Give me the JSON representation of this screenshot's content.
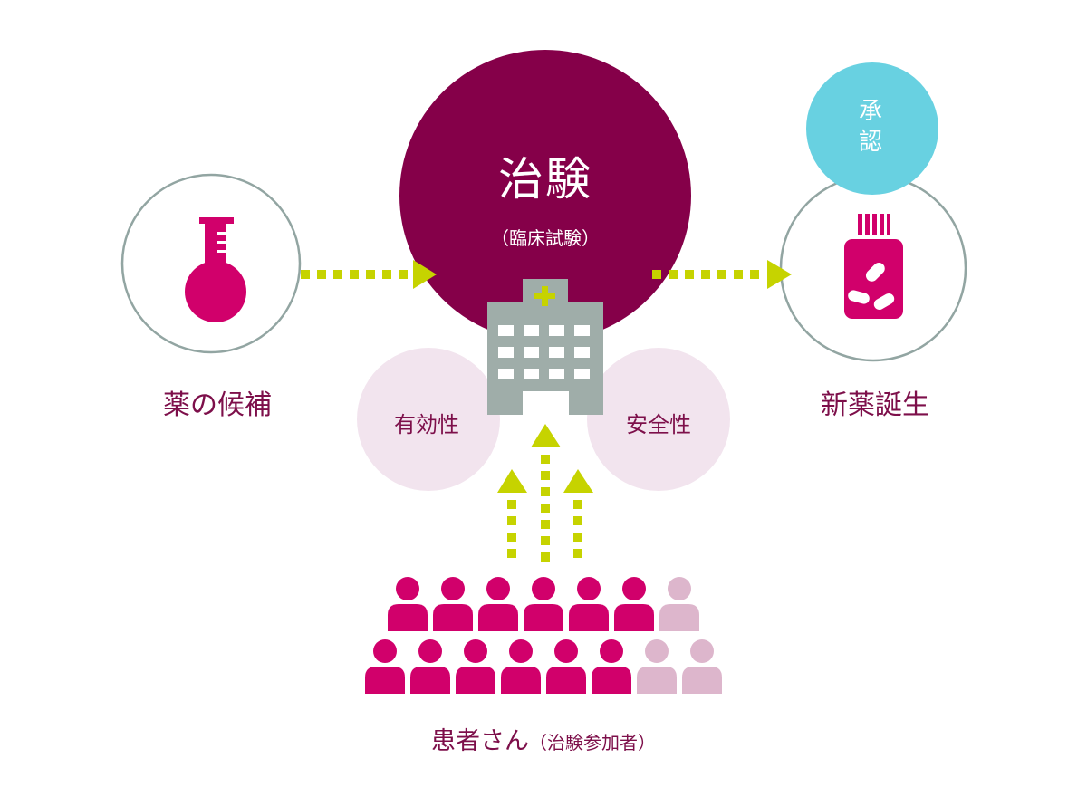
{
  "candidate": {
    "label": "薬の候補",
    "icon": "flask-icon"
  },
  "trial": {
    "title": "治験",
    "subtitle": "（臨床試験）",
    "icon": "hospital-icon"
  },
  "efficacy": {
    "label": "有効性"
  },
  "safety": {
    "label": "安全性"
  },
  "approval": {
    "label": "承認"
  },
  "new_drug": {
    "label": "新薬誕生",
    "icon": "medicine-bottle-icon"
  },
  "patients": {
    "label": "患者さん",
    "sublabel": "（治験参加者）",
    "icon": "person-icon",
    "row1_total": 7,
    "row1_participating": 6,
    "row2_total": 8,
    "row2_participating": 6
  },
  "colors": {
    "magenta": "#d1006b",
    "plum": "#850049",
    "label_text": "#7d0f4a",
    "light_pink": "#f2e4ee",
    "faded_person": "#ddb6cc",
    "arrow_green": "#c6d300",
    "teal": "#68d1e1",
    "circle_border": "#92a5a2",
    "hospital_gray": "#9fada9"
  }
}
